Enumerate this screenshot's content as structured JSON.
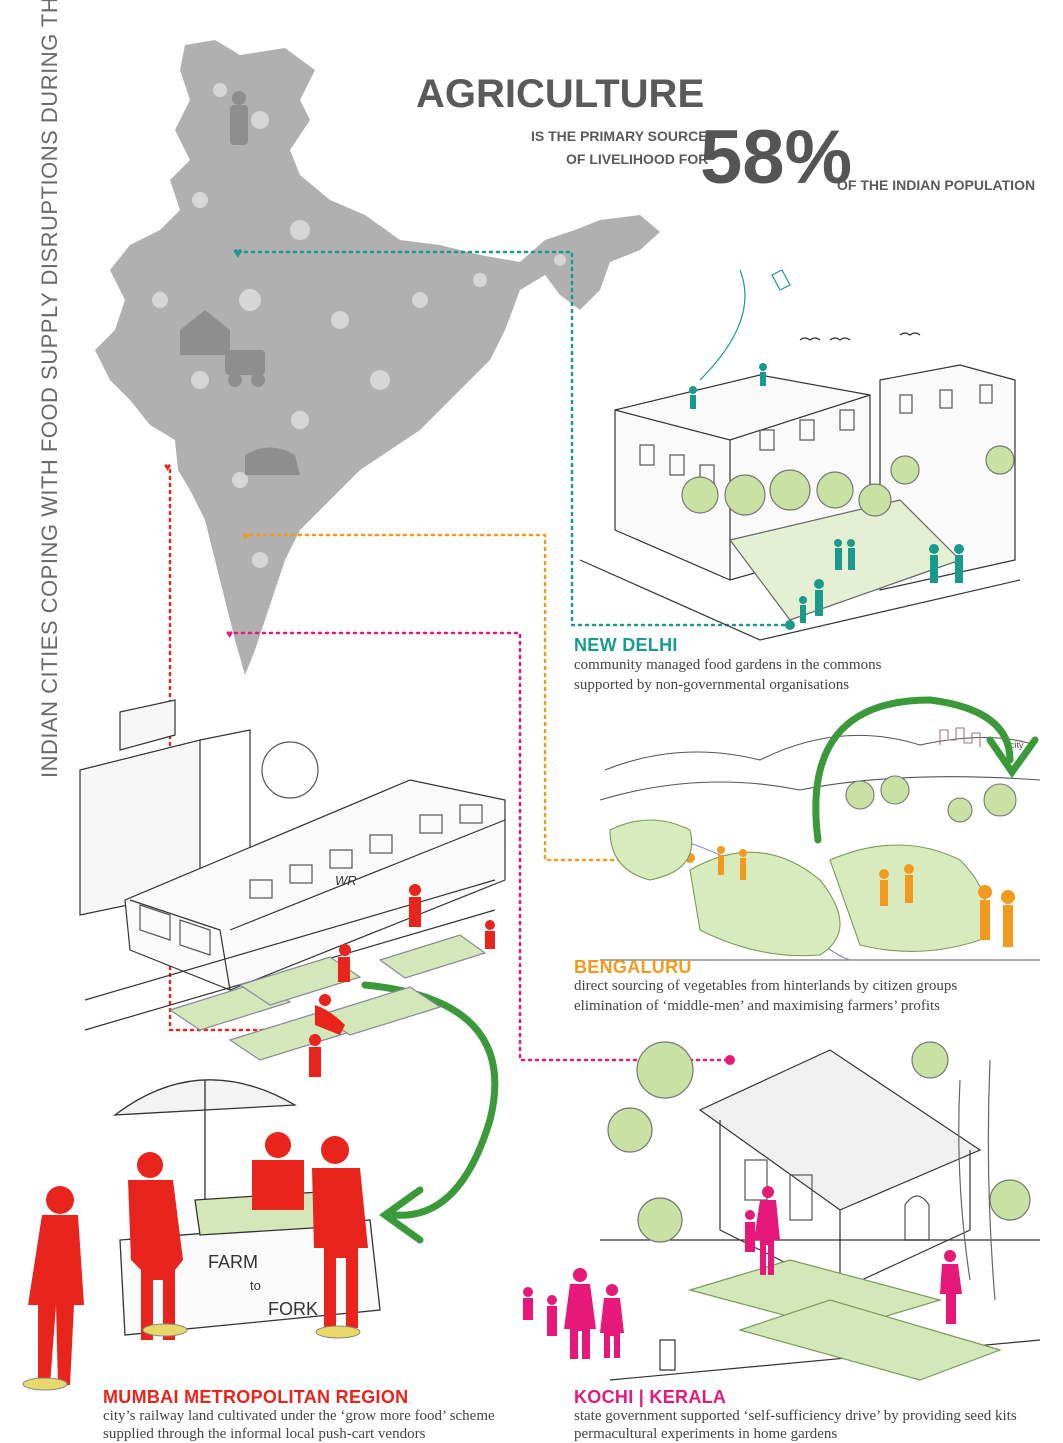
{
  "side_title": "INDIAN CITIES COPING WITH FOOD SUPPLY DISRUPTIONS DURING THE COVID CRISIS",
  "header": {
    "title": "AGRICULTURE",
    "line1": "IS THE PRIMARY SOURCE",
    "line2": "OF LIVELIHOOD FOR",
    "percent": "58%",
    "suffix": "OF THE INDIAN POPULATION"
  },
  "cities": [
    {
      "name": "NEW DELHI",
      "color": "#1a9a8c",
      "line1": "community managed food gardens in the commons",
      "line2": "supported by non-governmental organisations"
    },
    {
      "name": "BENGALURU",
      "color": "#f39a1e",
      "line1": "direct sourcing of vegetables from hinterlands by citizen groups",
      "line2": "elimination of ‘middle-men’ and maximising farmers’ profits"
    },
    {
      "name": "MUMBAI METROPOLITAN REGION",
      "color": "#e8241c",
      "line1": "city’s railway land cultivated under the ‘grow more food’ scheme",
      "line2": "supplied through the informal local push-cart vendors"
    },
    {
      "name": "KOCHI | KERALA",
      "color": "#e6197a",
      "line1": "state government supported ‘self-sufficiency drive’ by providing seed kits",
      "line2": "permacultural experiments in home gardens"
    }
  ],
  "sketch_labels": {
    "train": "WR",
    "stall_sign_1": "FARM",
    "stall_sign_2": "to",
    "stall_sign_3": "FORK",
    "city_tag": "city"
  },
  "colors": {
    "map_gray": "#a8a8a8",
    "arrow_green": "#3a9a3a"
  }
}
